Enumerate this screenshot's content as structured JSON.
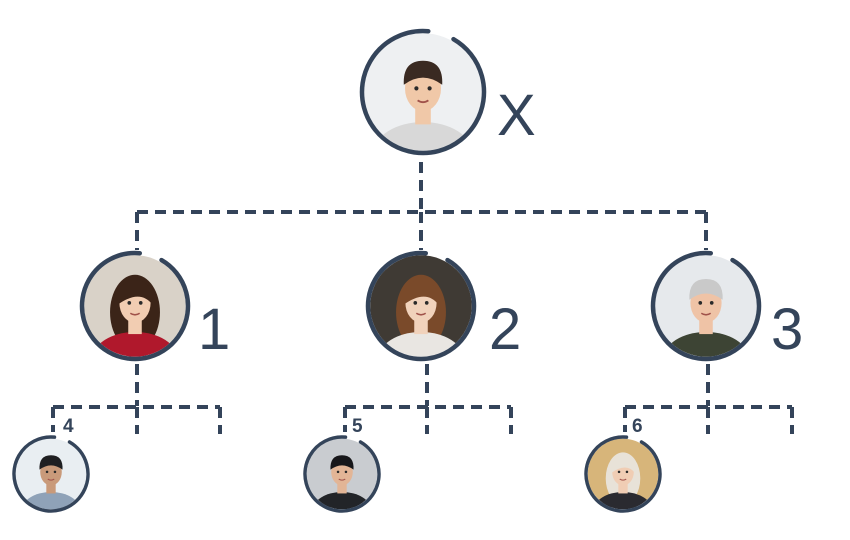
{
  "colors": {
    "line": "#34445a",
    "ring": "#34445a",
    "background": "#ffffff"
  },
  "root": {
    "label": "X",
    "avatar": {
      "skin": "#f0c8a8",
      "hair": "#3a2a22",
      "shirt": "#d8d8d8",
      "bg": "#eef0f2",
      "hairStyle": "short"
    }
  },
  "children": [
    {
      "label": "1",
      "avatar": {
        "skin": "#f2cdb2",
        "hair": "#3b2418",
        "shirt": "#b0182c",
        "bg": "#d9d2c8",
        "hairStyle": "long"
      },
      "grandchild": {
        "label": "4",
        "avatar": {
          "skin": "#c99a7a",
          "hair": "#1f1f22",
          "shirt": "#8fa2b8",
          "bg": "#e9eef2",
          "hairStyle": "short"
        }
      }
    },
    {
      "label": "2",
      "avatar": {
        "skin": "#f1d2bb",
        "hair": "#7a4a2a",
        "shirt": "#e9e6e2",
        "bg": "#3f3a34",
        "hairStyle": "long"
      },
      "grandchild": {
        "label": "5",
        "avatar": {
          "skin": "#e2b596",
          "hair": "#17171a",
          "shirt": "#222428",
          "bg": "#c9ccd0",
          "hairStyle": "short"
        }
      }
    },
    {
      "label": "3",
      "avatar": {
        "skin": "#efc3a6",
        "hair": "#c9c9c9",
        "shirt": "#3d4434",
        "bg": "#e6e9ec",
        "hairStyle": "short"
      },
      "grandchild": {
        "label": "6",
        "avatar": {
          "skin": "#f0cdb4",
          "hair": "#e8e2d8",
          "shirt": "#2a2a30",
          "bg": "#d7b57a",
          "hairStyle": "long"
        }
      }
    }
  ]
}
